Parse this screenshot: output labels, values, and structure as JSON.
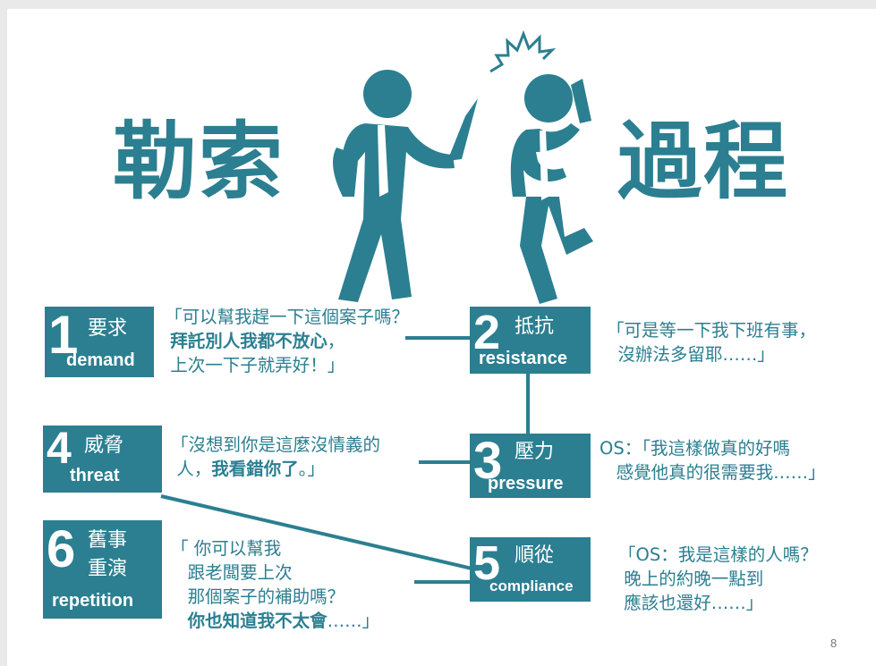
{
  "title_left": "勒索",
  "title_right": "過程",
  "steps": [
    {
      "num": "1",
      "zh": "要求",
      "en": "demand",
      "quote": [
        {
          "t": "「可以幫我趕一下這個案子嗎？"
        },
        {
          "b": "拜託別人我都不放心"
        },
        {
          "t": "，"
        },
        {
          "t": "上次一下子就弄好！」"
        }
      ]
    },
    {
      "num": "2",
      "zh": "抵抗",
      "en": "resistance",
      "quote": [
        {
          "t": "「可是等一下我下班有事，"
        },
        {
          "t": "沒辦法多留耶……」"
        }
      ]
    },
    {
      "num": "3",
      "zh": "壓力",
      "en": "pressure",
      "quote": [
        {
          "t": "OS：「我這樣做真的好嗎"
        },
        {
          "t": "感覺他真的很需要我……」"
        }
      ]
    },
    {
      "num": "4",
      "zh": "威脅",
      "en": "threat",
      "quote": [
        {
          "t": "「沒想到你是這麼沒情義的"
        },
        {
          "t": "人，"
        },
        {
          "b": "我看錯你了"
        },
        {
          "t": "。」"
        }
      ]
    },
    {
      "num": "5",
      "zh": "順從",
      "en": "compliance",
      "quote": [
        {
          "t": "「OS：我是這樣的人嗎？"
        },
        {
          "t": "晚上的約晚一點到"
        },
        {
          "t": "應該也還好……」"
        }
      ]
    },
    {
      "num": "6",
      "zh1": "舊事",
      "zh2": "重演",
      "en": "repetition",
      "quote": [
        {
          "t": "「 你可以幫我"
        },
        {
          "t": "跟老闆要上次"
        },
        {
          "t": "那個案子的補助嗎？"
        },
        {
          "b": "你也知道我不太會"
        },
        {
          "t": "……」"
        }
      ]
    }
  ],
  "page_number": "8",
  "icons": [
    "attacker-figure-icon",
    "victim-figure-icon",
    "knife-icon",
    "shock-burst-icon"
  ],
  "colors": {
    "accent": "#2b7f91",
    "background": "#ffffff"
  }
}
